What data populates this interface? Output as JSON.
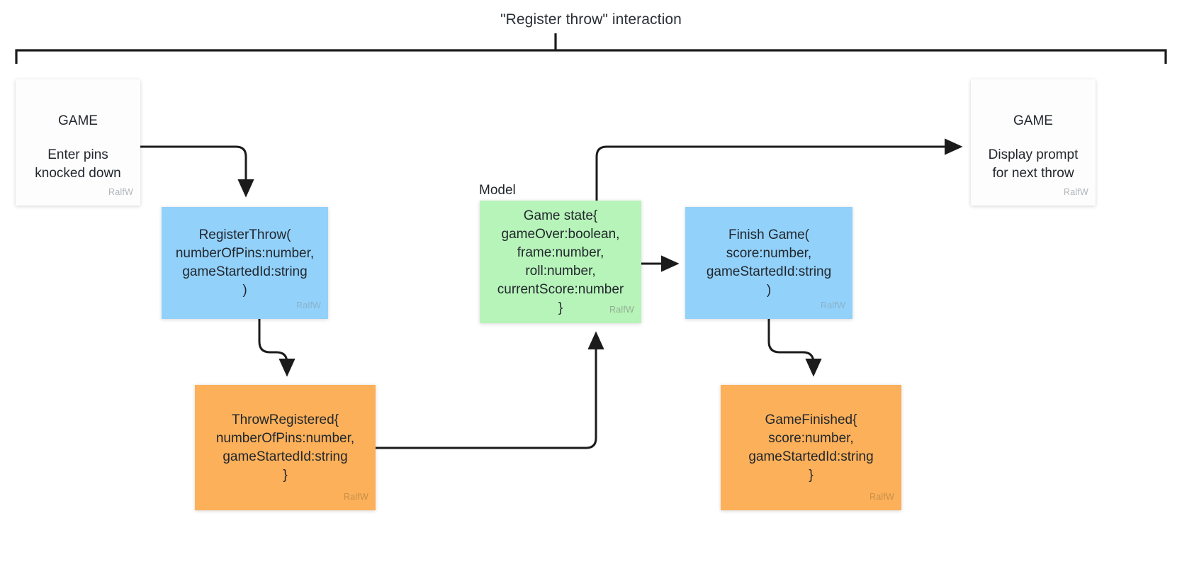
{
  "diagram": {
    "title": "\"Register throw\" interaction",
    "background": "#ffffff",
    "colors": {
      "command": "#92d1fa",
      "model": "#b7f4b9",
      "event": "#fcb059",
      "card": "#fdfdfd",
      "line": "#1b1b1b",
      "text": "#22272e",
      "attribution": "#b0b5ba"
    },
    "attribution": "RalfW",
    "labels": {
      "model_lane": "Model"
    },
    "nodes": {
      "enter_pins_card": {
        "kind": "card",
        "title": "GAME",
        "text": "Enter pins\nknocked down",
        "attribution": "RalfW"
      },
      "register_throw_command": {
        "kind": "command",
        "text": "RegisterThrow(\nnumberOfPins:number,\ngameStartedId:string\n)",
        "attribution": "RalfW"
      },
      "throw_registered_event": {
        "kind": "event",
        "text": "ThrowRegistered{\nnumberOfPins:number,\ngameStartedId:string\n}",
        "attribution": "RalfW"
      },
      "game_state_model": {
        "kind": "model",
        "text": "Game state{\ngameOver:boolean,\nframe:number,\nroll:number,\ncurrentScore:number\n}",
        "attribution": "RalfW"
      },
      "finish_game_command": {
        "kind": "command",
        "text": "Finish Game(\nscore:number,\ngameStartedId:string\n)",
        "attribution": "RalfW"
      },
      "game_finished_event": {
        "kind": "event",
        "text": "GameFinished{\nscore:number,\ngameStartedId:string\n}",
        "attribution": "RalfW"
      },
      "display_prompt_card": {
        "kind": "card",
        "title": "GAME",
        "text": "Display prompt\nfor next throw",
        "attribution": "RalfW"
      }
    },
    "connectors": [
      {
        "name": "enter-pins-to-register-throw",
        "from": "enter_pins_card",
        "to": "register_throw_command",
        "style": "elbow-down"
      },
      {
        "name": "register-throw-to-throw-registered",
        "from": "register_throw_command",
        "to": "throw_registered_event",
        "style": "s-curve-down"
      },
      {
        "name": "throw-registered-to-game-state",
        "from": "throw_registered_event",
        "to": "game_state_model",
        "style": "elbow-up"
      },
      {
        "name": "game-state-to-display-prompt",
        "from": "game_state_model",
        "to": "display_prompt_card",
        "style": "elbow-right"
      },
      {
        "name": "game-state-to-finish-game",
        "from": "game_state_model",
        "to": "finish_game_command",
        "style": "straight-right"
      },
      {
        "name": "finish-game-to-game-finished",
        "from": "finish_game_command",
        "to": "game_finished_event",
        "style": "s-curve-down"
      }
    ]
  }
}
